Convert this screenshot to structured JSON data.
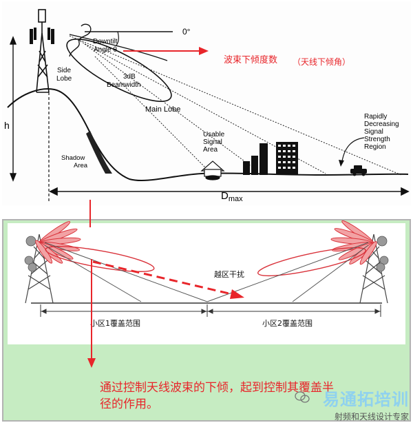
{
  "top_diagram": {
    "angle_zero": "0°",
    "downtilt_line1": "Downtilt",
    "downtilt_line2": "Angle θ",
    "side_lobe_line1": "Side",
    "side_lobe_line2": "Lobe",
    "beamwidth_line1": "3dB",
    "beamwidth_line2": "Beamwidth",
    "main_lobe": "Main Lobe",
    "height_label": "h",
    "shadow_line1": "Shadow",
    "shadow_line2": "Area",
    "usable_line1": "Usable",
    "usable_line2": "Signal",
    "usable_line3": "Area",
    "rapid_line1": "Rapidly",
    "rapid_line2": "Decreasing",
    "rapid_line3": "Signal",
    "rapid_line4": "Strength",
    "rapid_line5": "Region",
    "dmax_label": "D",
    "dmax_sub": "max",
    "downtilt_cn": "波束下倾度数",
    "downtilt_cn_note": "（天线下倾角）"
  },
  "bottom_diagram": {
    "interference_label": "越区干扰",
    "cell1_label": "小区1覆盖范围",
    "cell2_label": "小区2覆盖范围",
    "caption_line1": "通过控制天线波束的下倾，起到控制其覆盖半",
    "caption_line2": "径的作用。",
    "watermark_brand": "易通拓培训",
    "watermark_sub": "射频和天线设计专家"
  },
  "colors": {
    "accent_red": "#e8252a",
    "lobe_red": "#d9323a",
    "panel_green": "#c6ecc2",
    "watermark_blue": "#8fd1ef"
  }
}
